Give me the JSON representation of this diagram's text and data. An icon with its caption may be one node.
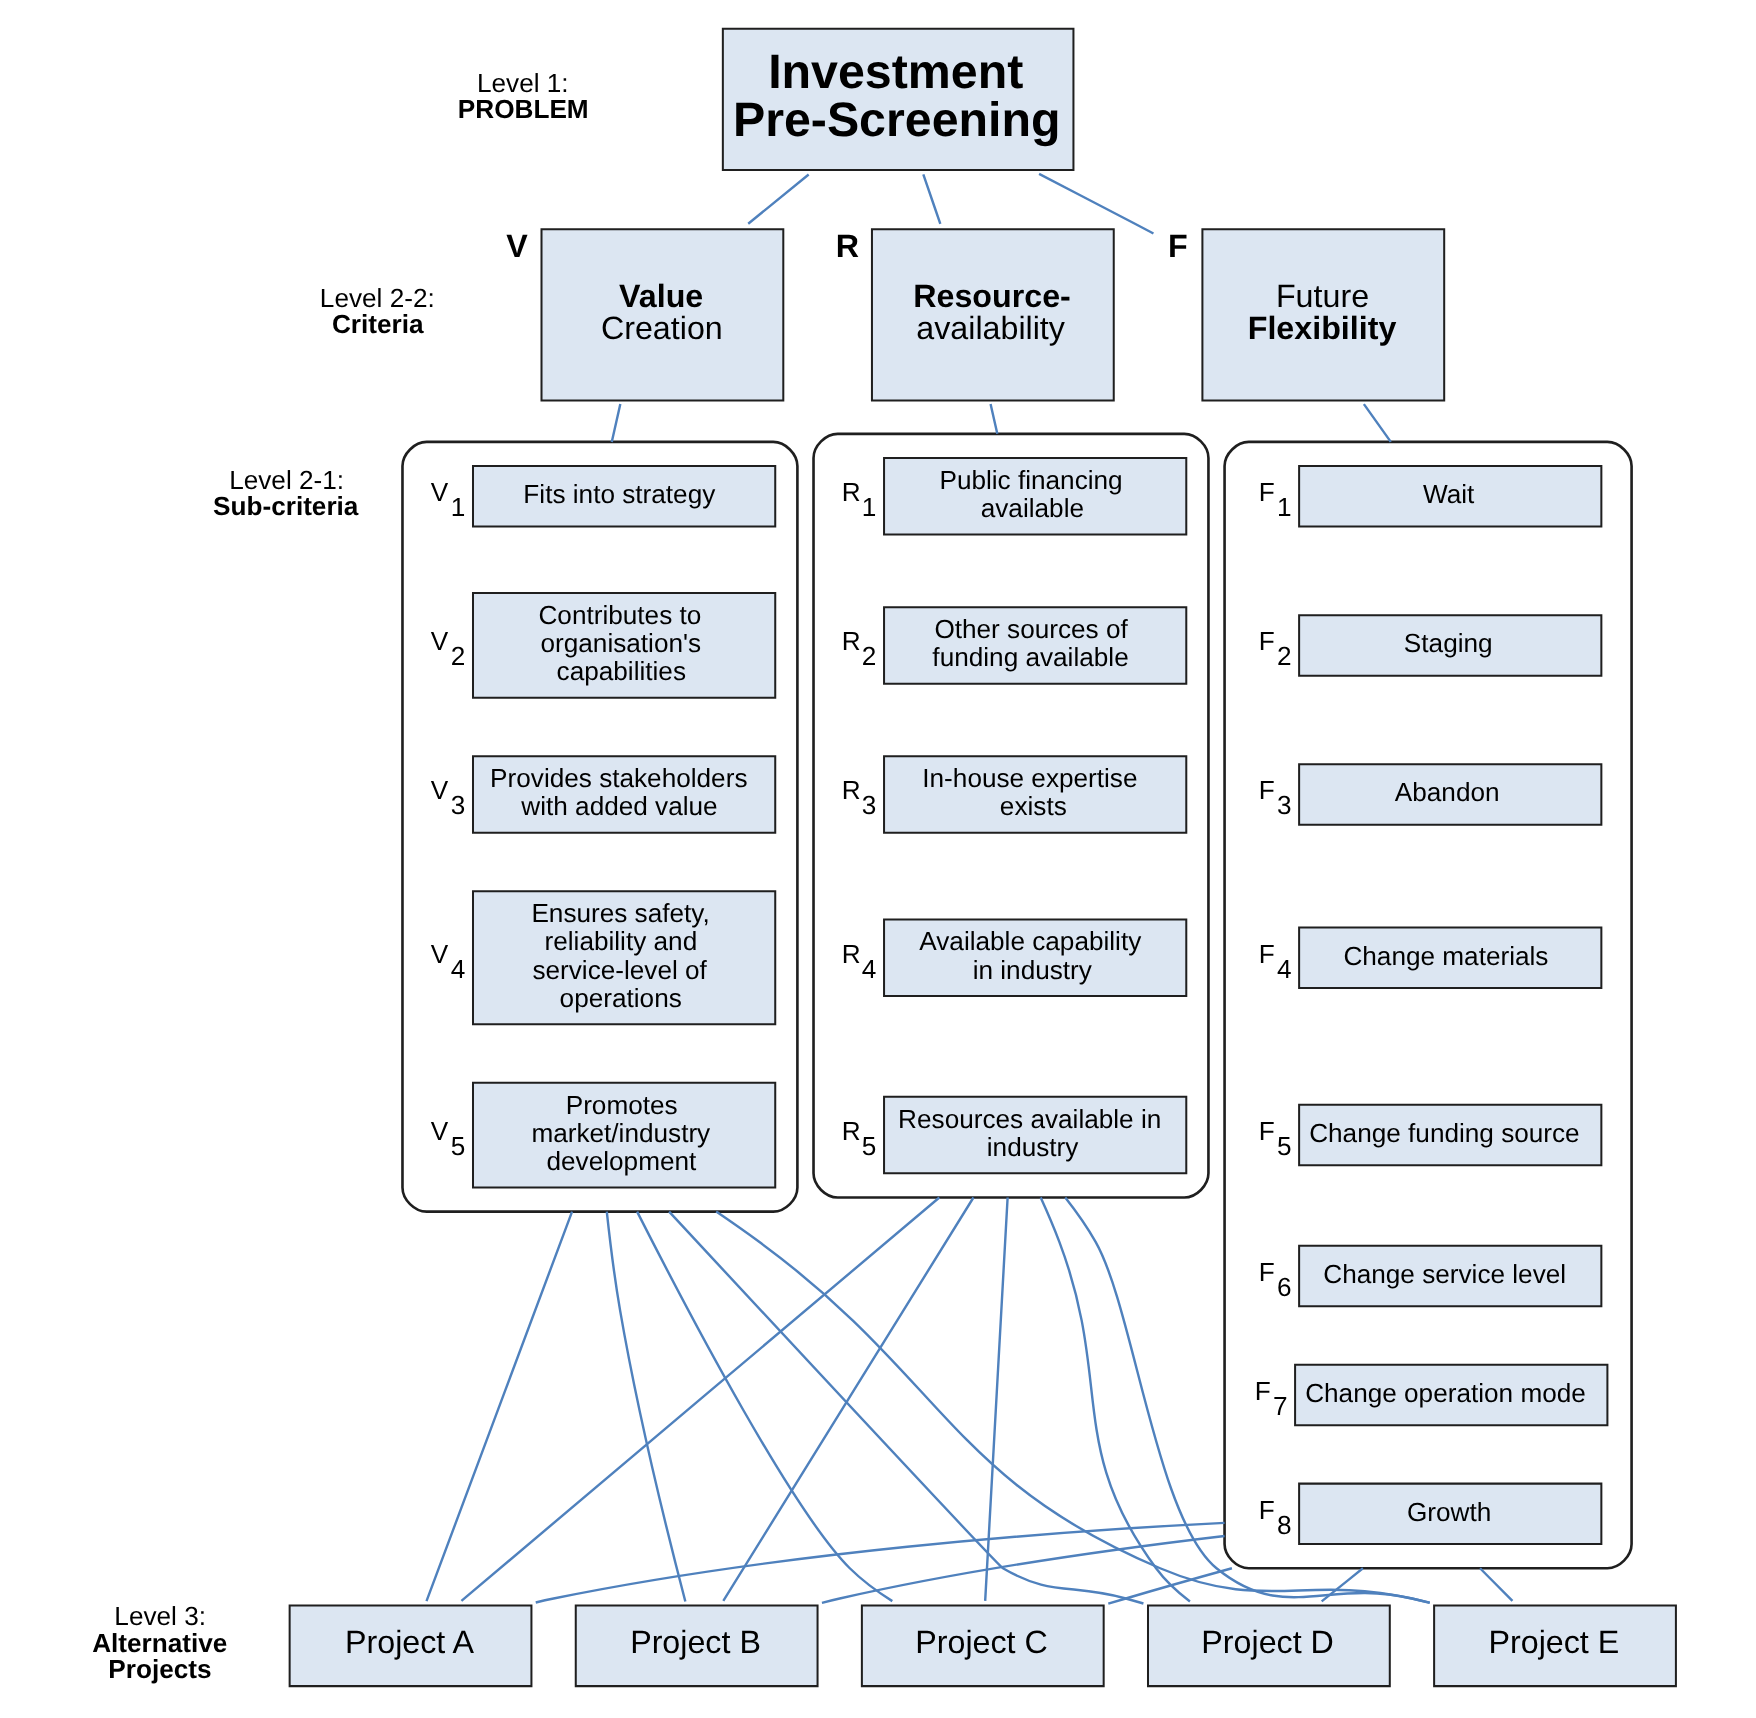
{
  "diagram": {
    "nodes": [
      {
        "text": [
          "Investment Pre-Screening"
        ]
      },
      {
        "text": [
          "**Value** Creation"
        ],
        "beside": [
          "V"
        ]
      },
      {
        "text": [
          "**Resource-** availability"
        ],
        "beside": [
          "R"
        ]
      },
      {
        "text": [
          "Future **Flexibility**"
        ],
        "beside": [
          "F"
        ]
      },
      {
        "text": [],
        "shape": "box"
      },
      {
        "text": [
          "Fits into strategy"
        ],
        "beside": [
          "V$_{1}$"
        ],
        "in": 4
      },
      {
        "text": [
          "Contributes to organisation's capabilities"
        ],
        "beside": [
          "V$_{2}$"
        ],
        "in": 4
      },
      {
        "text": [
          "Provides stakeholders with added value"
        ],
        "beside": [
          "V$_{3}$"
        ],
        "in": 4
      },
      {
        "text": [
          "Ensures safety, reliability and service-level of operations"
        ],
        "beside": [
          "V$_{4}$"
        ],
        "in": 4
      },
      {
        "text": [
          "Promotes market/industry development"
        ],
        "beside": [
          "V$_{5}$"
        ],
        "in": 4
      },
      {
        "text": [],
        "shape": "box"
      },
      {
        "text": [
          "Public financing available"
        ],
        "beside": [
          "R$_{1}$"
        ],
        "in": 10
      },
      {
        "text": [
          "Other sources of funding available"
        ],
        "beside": [
          "R$_{2}$"
        ],
        "in": 10
      },
      {
        "text": [
          "In-house expertise exists"
        ],
        "beside": [
          "R$_{3}$"
        ],
        "in": 10
      },
      {
        "text": [
          "Available capability in industry"
        ],
        "beside": [
          "R$_{4}$"
        ],
        "in": 10
      },
      {
        "text": [
          "Resources available in industry"
        ],
        "beside": [
          "R$_{5}$"
        ],
        "in": 10
      },
      {
        "text": [],
        "shape": "box"
      },
      {
        "text": [
          "Wait"
        ],
        "beside": [
          "F$_{1}$"
        ],
        "in": 16
      },
      {
        "text": [
          "Staging"
        ],
        "beside": [
          "F$_{2}$"
        ],
        "in": 16
      },
      {
        "text": [
          "Abandon"
        ],
        "beside": [
          "F$_{3}$"
        ],
        "in": 16
      },
      {
        "text": [
          "Change materials"
        ],
        "beside": [
          "F$_{4}$"
        ],
        "in": 16
      },
      {
        "text": [
          "Change funding source"
        ],
        "beside": [
          "F$_{5}$"
        ],
        "in": 16
      },
      {
        "text": [
          "Change service level"
        ],
        "beside": [
          "F$_{6}$"
        ],
        "in": 16
      },
      {
        "text": [
          "Change operation mode"
        ],
        "beside": [
          "F$_{7}$"
        ],
        "in": 16
      },
      {
        "text": [
          "Growth"
        ],
        "beside": [
          "F$_{8}$"
        ],
        "in": 16
      },
      {
        "text": [
          "Project A"
        ]
      },
      {
        "text": [
          "Project B"
        ]
      },
      {
        "text": [
          "Project C"
        ]
      },
      {
        "text": [
          "Project D"
        ]
      },
      {
        "text": [
          "Project E"
        ]
      }
    ],
    "edges": [
      {
        "from": 0,
        "to": 1,
        "arrow": "none"
      },
      {
        "from": 0,
        "to": 2,
        "arrow": "none"
      },
      {
        "from": 0,
        "to": 3,
        "arrow": "none"
      },
      {
        "from": 1,
        "to": 4,
        "arrow": "none"
      },
      {
        "from": 2,
        "to": 10,
        "arrow": "none"
      },
      {
        "from": 3,
        "to": 16,
        "arrow": "none"
      },
      {
        "from": 4,
        "to": 25,
        "arrow": "none"
      },
      {
        "from": 4,
        "to": 26,
        "arrow": "none"
      },
      {
        "from": 4,
        "to": 27,
        "arrow": "none"
      },
      {
        "from": 4,
        "to": 28,
        "arrow": "none"
      },
      {
        "from": 4,
        "to": 29,
        "arrow": "none"
      },
      {
        "from": 10,
        "to": 25,
        "arrow": "none"
      },
      {
        "from": 10,
        "to": 26,
        "arrow": "none"
      },
      {
        "from": 10,
        "to": 27,
        "arrow": "none"
      },
      {
        "from": 10,
        "to": 28,
        "arrow": "none"
      },
      {
        "from": 10,
        "to": 29,
        "arrow": "none"
      },
      {
        "from": 16,
        "to": 25,
        "arrow": "none"
      },
      {
        "from": 16,
        "to": 26,
        "arrow": "none"
      },
      {
        "from": 16,
        "to": 27,
        "arrow": "none"
      },
      {
        "from": 16,
        "to": 28,
        "arrow": "none"
      },
      {
        "from": 16,
        "to": 29,
        "arrow": "none"
      }
    ],
    "labels": [
      "Level 1: **PROBLEM**",
      "Level 2-2: **Criteria**",
      "Level 2-1: **Sub-criteria**",
      "Level 3: **Alternative Projects**"
    ]
  }
}
